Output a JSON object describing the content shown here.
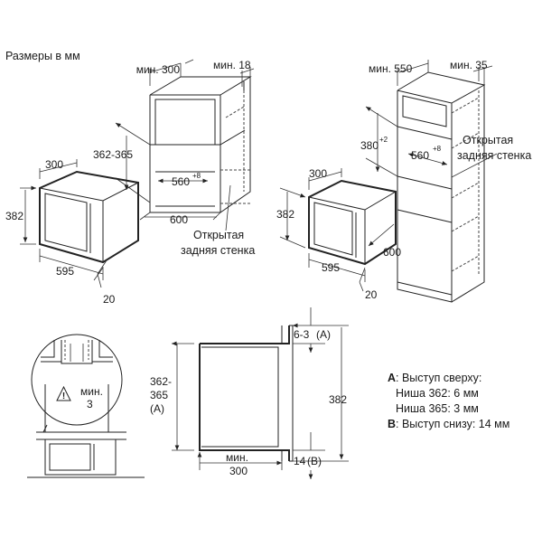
{
  "header": {
    "units_label": "Размеры в мм"
  },
  "top_left": {
    "cabinet_depth_min": "мин. 300",
    "cabinet_gap_min": "мин. 18",
    "niche_height": "362-365",
    "niche_width": "560",
    "niche_width_tol": "+8",
    "cabinet_width": "600",
    "open_back_line1": "Открытая",
    "open_back_line2": "задняя стенка",
    "oven_depth": "300",
    "oven_height": "382",
    "oven_width": "595",
    "oven_front": "20"
  },
  "top_right": {
    "cabinet_depth_min": "мин. 550",
    "cabinet_gap_min": "мин. 35",
    "niche_height": "380",
    "niche_height_tol": "+2",
    "niche_width": "560",
    "niche_width_tol": "+8",
    "open_back_line1": "Открытая",
    "open_back_line2": "задняя стенка",
    "oven_depth": "300",
    "oven_height": "382",
    "oven_width": "595",
    "oven_front": "20",
    "cabinet_width": "600"
  },
  "detail": {
    "min_label": "мин.",
    "min_value": "3",
    "warning_glyph": "!"
  },
  "section": {
    "niche_height_line1": "362-",
    "niche_height_line2": "365",
    "niche_height_line3": "(A)",
    "top_protrusion": "6-3",
    "top_protrusion_ref": "(A)",
    "total_height": "382",
    "bottom_protrusion": "14",
    "bottom_protrusion_ref": "(B)",
    "depth_min_line1": "мин.",
    "depth_min_line2": "300"
  },
  "legend": {
    "a_key": "A",
    "a_text": ": Выступ сверху:",
    "a_line2": "Ниша 362: 6 мм",
    "a_line3": "Ниша 365: 3 мм",
    "b_key": "B",
    "b_text": ": Выступ снизу: 14 мм"
  }
}
